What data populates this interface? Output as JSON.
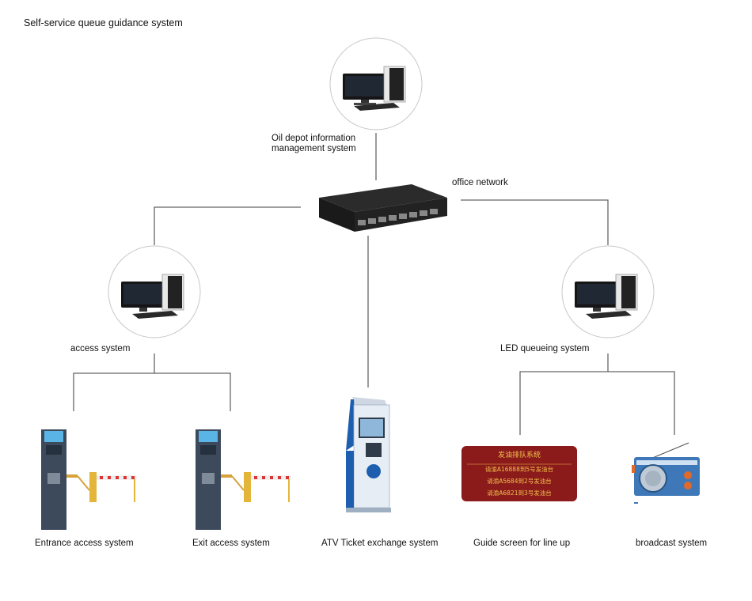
{
  "title": "Self-service queue guidance system",
  "labels": {
    "oil_depot": "Oil depot information management system",
    "oil_depot_line1": "Oil depot information",
    "oil_depot_line2": "management system",
    "office_network": "office network",
    "access_system": "access system",
    "led_queueing": "LED queueing system",
    "entrance": "Entrance access system",
    "exit": "Exit access system",
    "atv": "ATV Ticket exchange system",
    "guide": "Guide screen for line up",
    "broadcast": "broadcast system"
  },
  "led_screen": {
    "header": "发油排队系统",
    "lines": [
      "请渝A16888到5号发油台",
      "请渝A5684到2号发油台",
      "请渝A6821到3号发油台"
    ]
  },
  "colors": {
    "line": "#666666",
    "led_bg": "#8b1a1a",
    "led_text": "#f2c14e",
    "kiosk_blue": "#2a6fb5"
  }
}
